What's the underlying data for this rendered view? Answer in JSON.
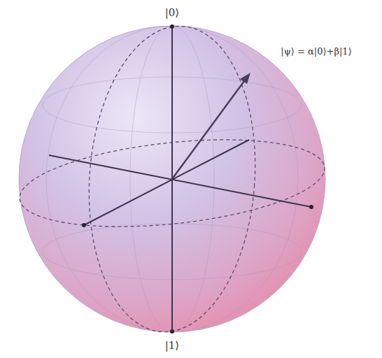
{
  "diagram": {
    "labels": [
      "|0⟩",
      "|ψ⟩ = α|0⟩+β|1⟩",
      "|1⟩"
    ]
  }
}
